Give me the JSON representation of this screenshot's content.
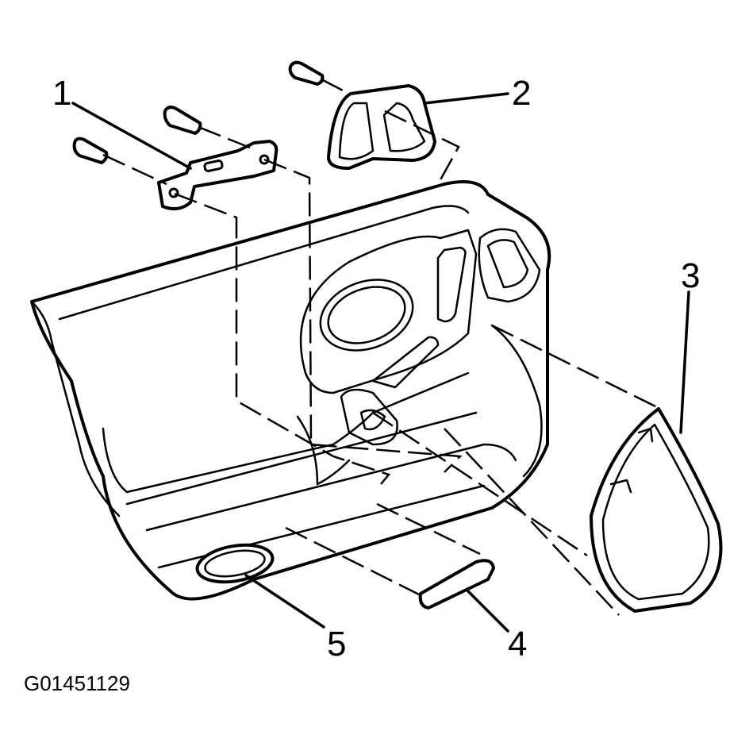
{
  "callouts": [
    {
      "id": "1",
      "text": "1"
    },
    {
      "id": "2",
      "text": "2"
    },
    {
      "id": "3",
      "text": "3"
    },
    {
      "id": "4",
      "text": "4"
    },
    {
      "id": "5",
      "text": "5"
    }
  ],
  "figure_code": "G01451129",
  "colors": {
    "ink": "#000000",
    "paper": "#ffffff"
  }
}
